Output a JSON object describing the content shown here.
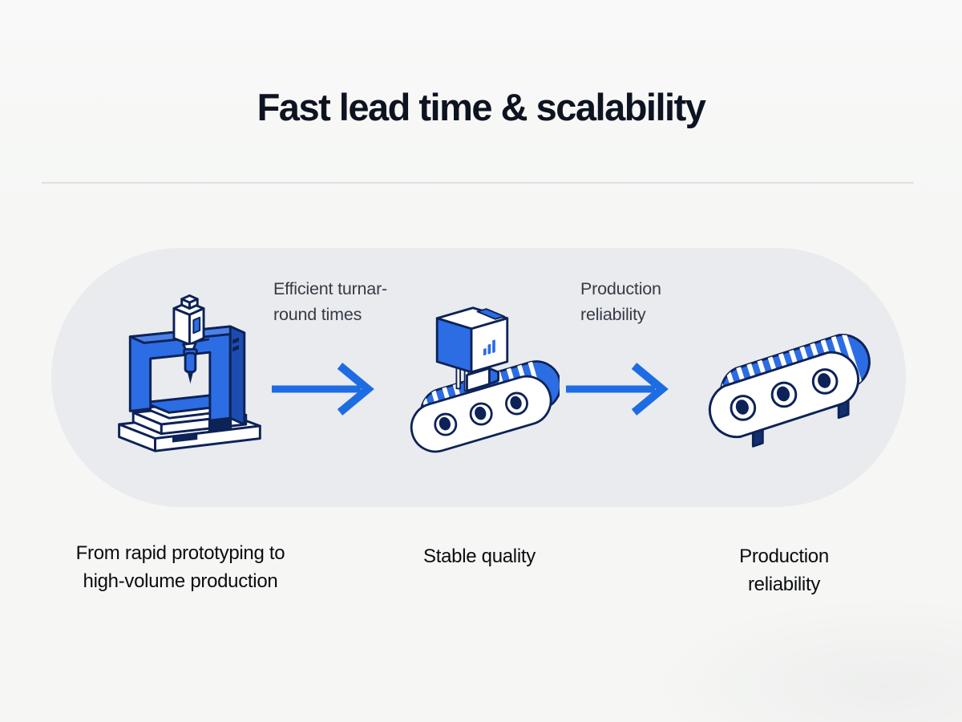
{
  "page": {
    "title": "Fast lead time & scalability"
  },
  "flow": {
    "stages": [
      {
        "id": "printer",
        "caption": "From rapid prototyping to\nhigh-volume production"
      },
      {
        "id": "assembly-machine",
        "caption": "Stable quality"
      },
      {
        "id": "conveyor",
        "caption": "Production\nreliability"
      }
    ],
    "arrows": [
      {
        "label": "Efficient turnar-\nround times"
      },
      {
        "label": "Production\nreliability"
      }
    ]
  },
  "colors": {
    "accent_blue": "#2c6de4",
    "side_blue": "#1b4db0",
    "dark_navy": "#0d2257",
    "arrow_blue": "#1e6ce2",
    "band_background": "#e9ebee",
    "page_background": "#f6f7f5"
  }
}
